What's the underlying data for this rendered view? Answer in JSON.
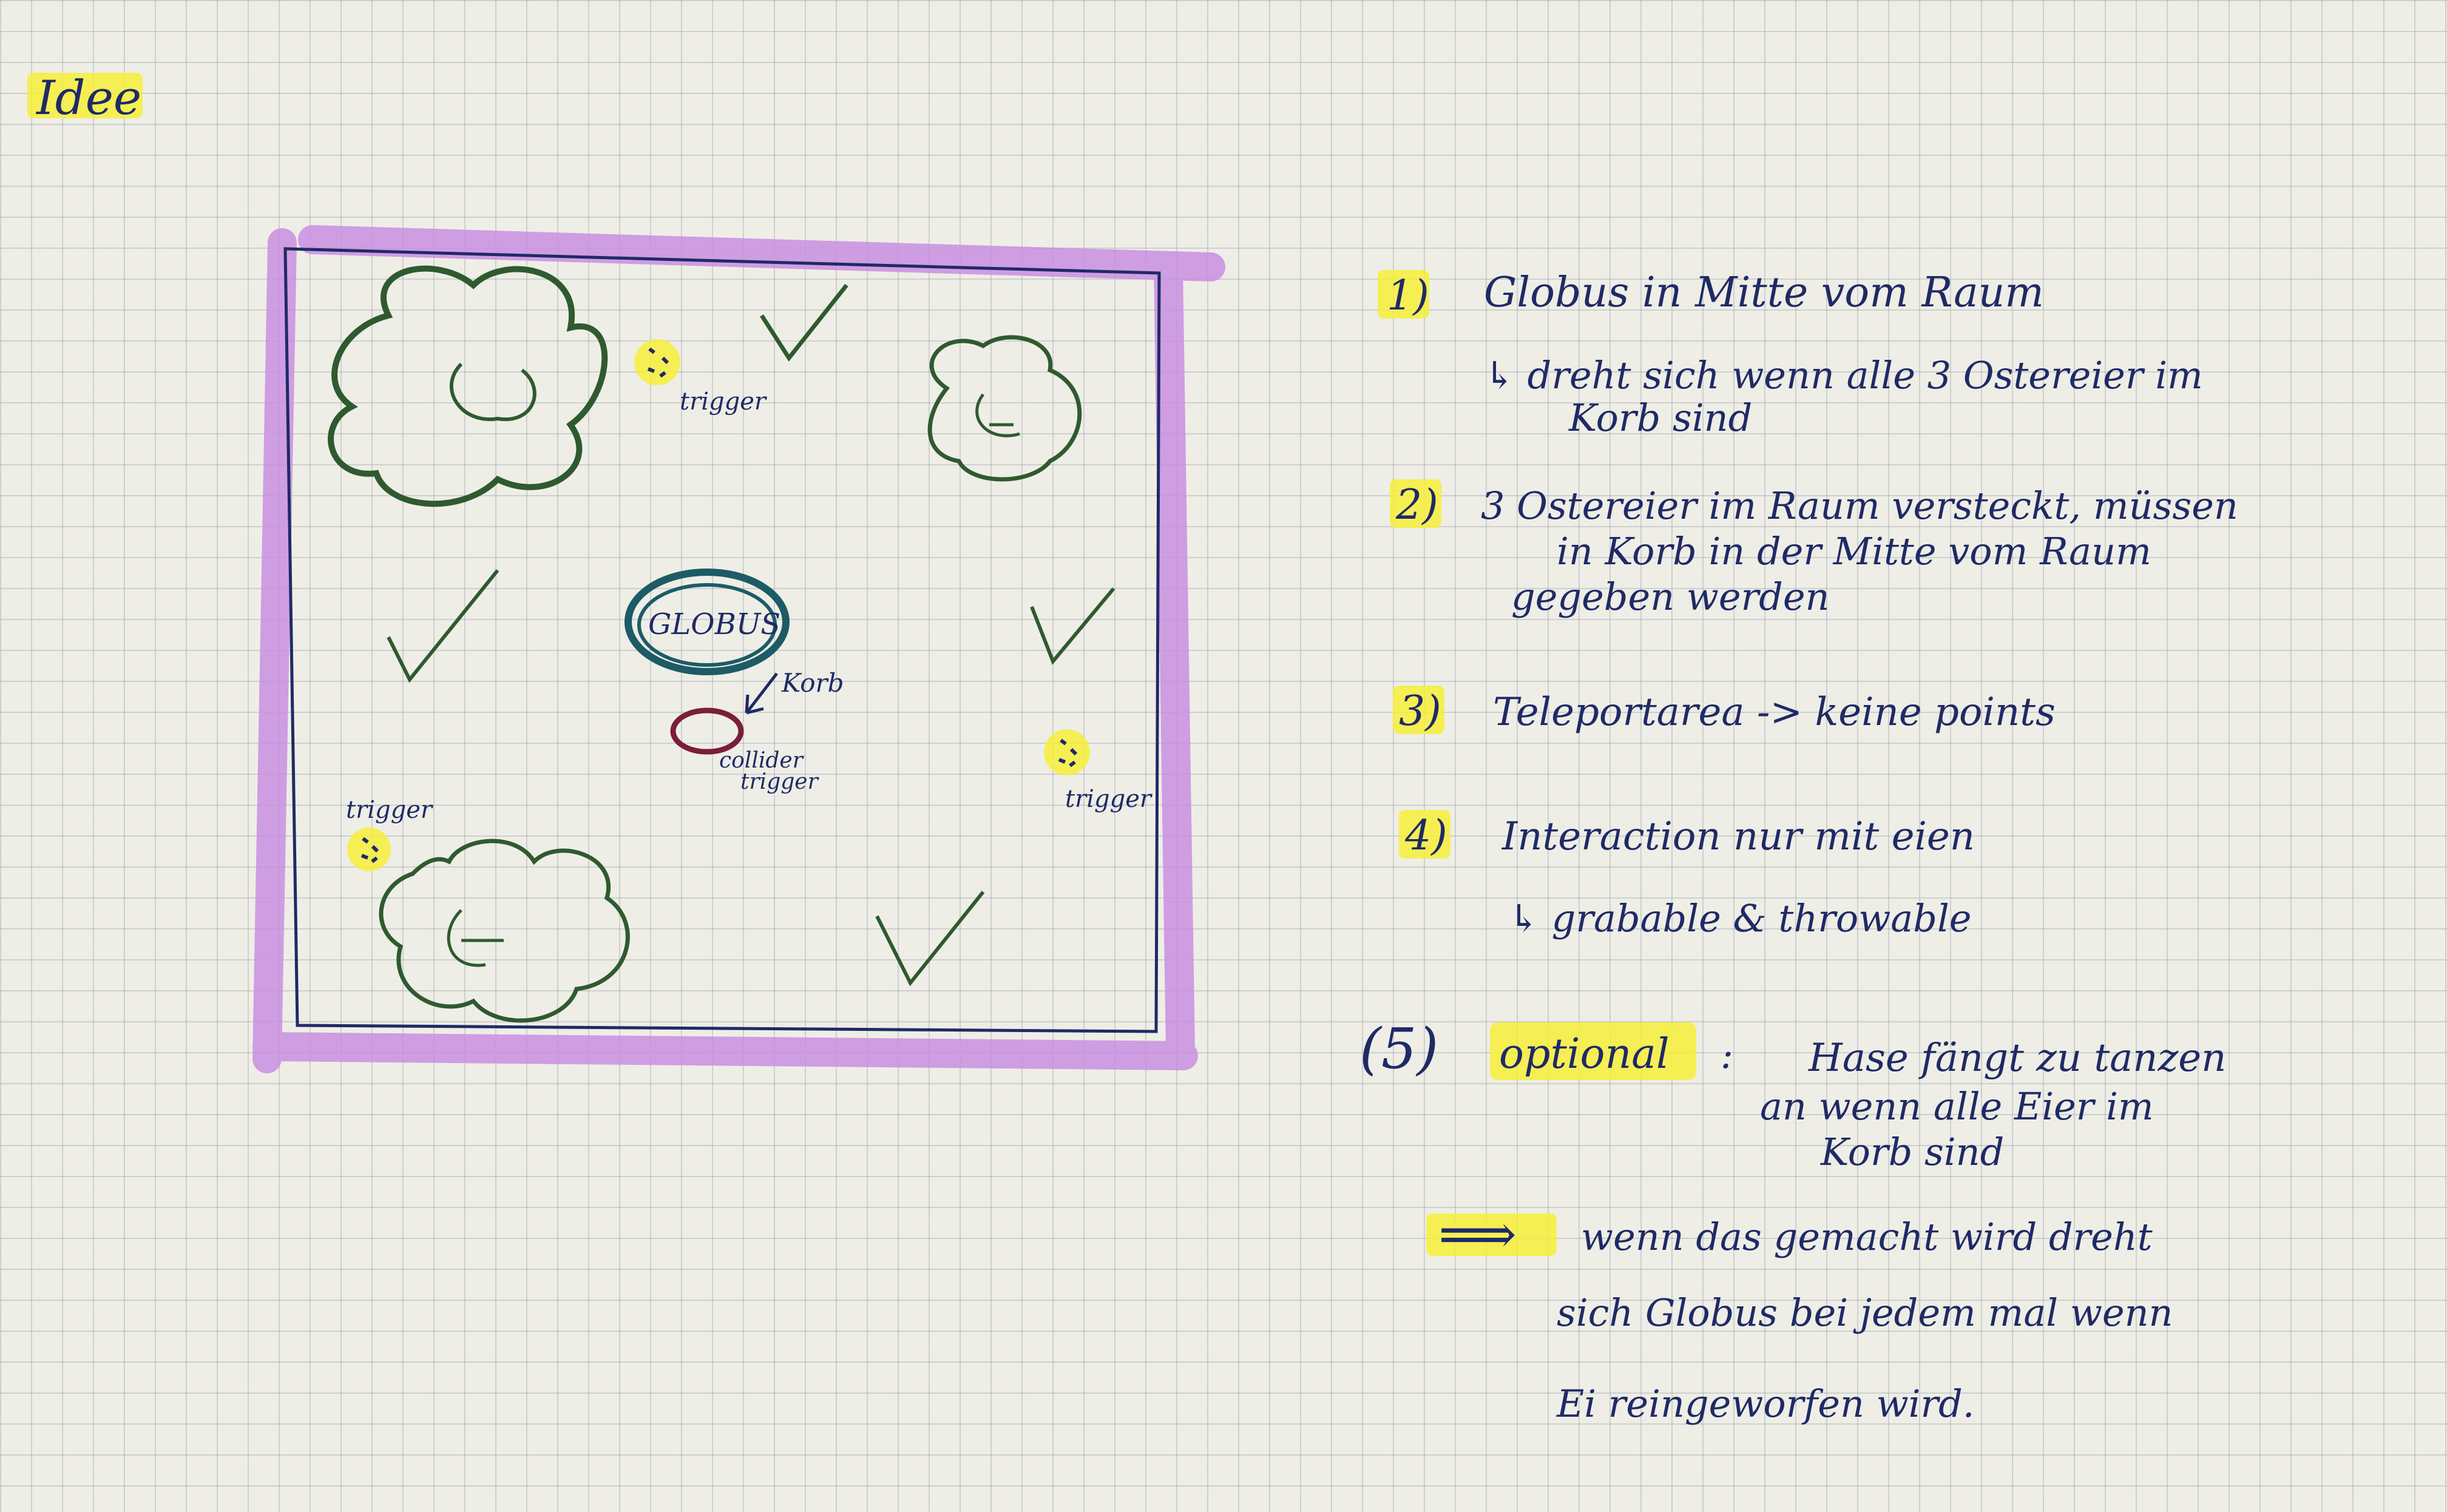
{
  "title": "Idee",
  "room": {
    "globe_label": "GLOBUS",
    "basket_label": "Korb",
    "basket_sub_1": "collider",
    "basket_sub_2": "trigger",
    "trigger_label": "trigger"
  },
  "notes": [
    {
      "number": "1)",
      "lines": [
        "Globus in Mitte vom Raum",
        "↳ dreht sich wenn alle 3 Ostereier im",
        "Korb sind"
      ]
    },
    {
      "number": "2)",
      "lines": [
        "3 Ostereier im Raum versteckt, müssen",
        "in Korb in der Mitte vom Raum",
        "gegeben werden"
      ]
    },
    {
      "number": "3)",
      "lines": [
        "Teleportarea -> keine points"
      ]
    },
    {
      "number": "4)",
      "lines": [
        "Interaction nur mit eien",
        "↳ grabable & throwable"
      ]
    },
    {
      "number": "(5)",
      "label": "optional",
      "colon": ":",
      "lines": [
        "Hase fängt zu tanzen",
        "an wenn alle Eier im",
        "Korb sind"
      ]
    }
  ],
  "conclusion": {
    "arrow": "⟹",
    "lines": [
      "wenn das gemacht wird dreht",
      "sich Globus bei jedem mal wenn",
      "Ei reingeworfen wird."
    ]
  },
  "colors": {
    "frame_purple": "#c98ee0",
    "highlight_yellow": "#f6ee3a",
    "ink_blue": "#1f2a66",
    "bush_green": "#2f5a2f",
    "globe_teal": "#1d5b66",
    "basket_maroon": "#7a1e3a"
  }
}
